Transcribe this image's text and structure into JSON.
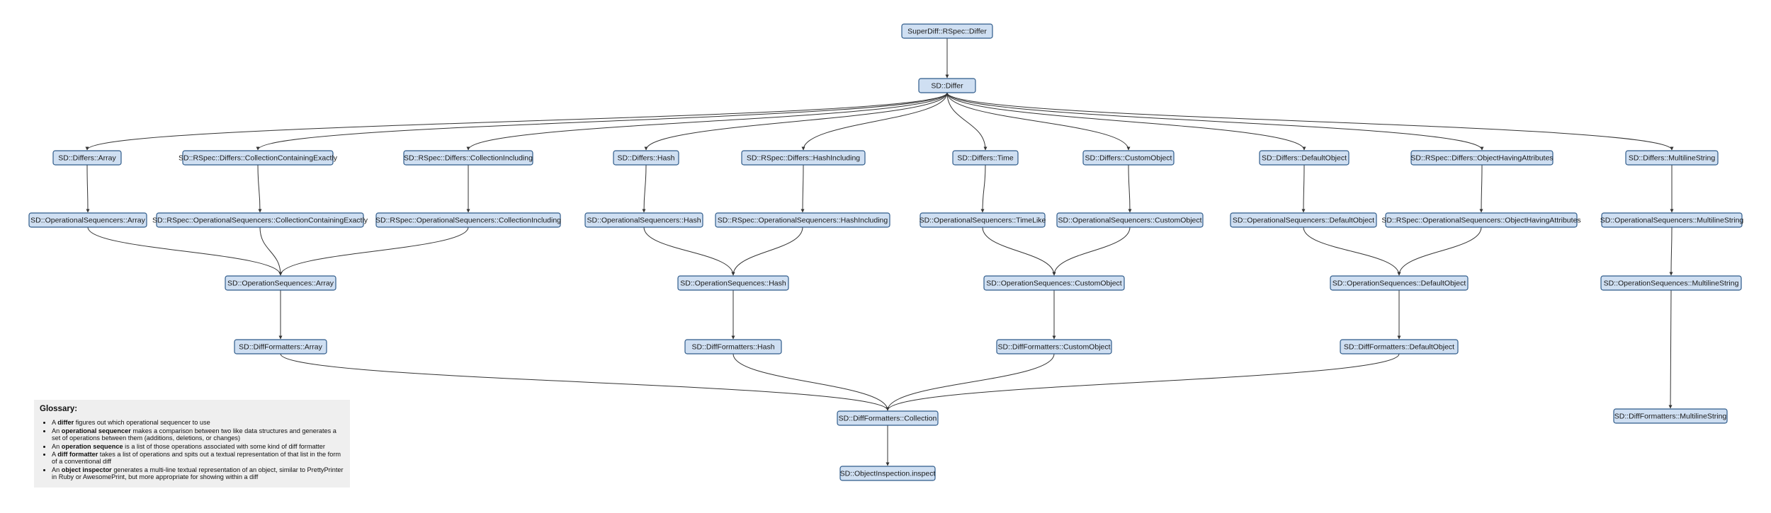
{
  "colors": {
    "node_fill": "#cfdff2",
    "node_border": "#2f5b8a",
    "edge": "#333333",
    "glossary_background": "#efefef"
  },
  "nodes": [
    {
      "id": "rspec_differ",
      "label": "SuperDiff::RSpec::Differ"
    },
    {
      "id": "differ",
      "label": "SD::Differ"
    },
    {
      "id": "d_array",
      "label": "SD::Differs::Array"
    },
    {
      "id": "d_cce",
      "label": "SD::RSpec::Differs::CollectionContainingExactly"
    },
    {
      "id": "d_ci",
      "label": "SD::RSpec::Differs::CollectionIncluding"
    },
    {
      "id": "d_hash",
      "label": "SD::Differs::Hash"
    },
    {
      "id": "d_hi",
      "label": "SD::RSpec::Differs::HashIncluding"
    },
    {
      "id": "d_time",
      "label": "SD::Differs::Time"
    },
    {
      "id": "d_custom",
      "label": "SD::Differs::CustomObject"
    },
    {
      "id": "d_default",
      "label": "SD::Differs::DefaultObject"
    },
    {
      "id": "d_oha",
      "label": "SD::RSpec::Differs::ObjectHavingAttributes"
    },
    {
      "id": "d_mls",
      "label": "SD::Differs::MultilineString"
    },
    {
      "id": "os_array",
      "label": "SD::OperationalSequencers::Array"
    },
    {
      "id": "os_cce",
      "label": "SD::RSpec::OperationalSequencers::CollectionContainingExactly"
    },
    {
      "id": "os_ci",
      "label": "SD::RSpec::OperationalSequencers::CollectionIncluding"
    },
    {
      "id": "os_hash",
      "label": "SD::OperationalSequencers::Hash"
    },
    {
      "id": "os_hi",
      "label": "SD::RSpec::OperationalSequencers::HashIncluding"
    },
    {
      "id": "os_timelike",
      "label": "SD::OperationalSequencers::TimeLike"
    },
    {
      "id": "os_custom",
      "label": "SD::OperationalSequencers::CustomObject"
    },
    {
      "id": "os_default",
      "label": "SD::OperationalSequencers::DefaultObject"
    },
    {
      "id": "os_oha",
      "label": "SD::RSpec::OperationalSequencers::ObjectHavingAttributes"
    },
    {
      "id": "os_mls",
      "label": "SD::OperationalSequencers::MultilineString"
    },
    {
      "id": "seq_array",
      "label": "SD::OperationSequences::Array"
    },
    {
      "id": "seq_hash",
      "label": "SD::OperationSequences::Hash"
    },
    {
      "id": "seq_custom",
      "label": "SD::OperationSequences::CustomObject"
    },
    {
      "id": "seq_default",
      "label": "SD::OperationSequences::DefaultObject"
    },
    {
      "id": "seq_mls",
      "label": "SD::OperationSequences::MultilineString"
    },
    {
      "id": "df_array",
      "label": "SD::DiffFormatters::Array"
    },
    {
      "id": "df_hash",
      "label": "SD::DiffFormatters::Hash"
    },
    {
      "id": "df_custom",
      "label": "SD::DiffFormatters::CustomObject"
    },
    {
      "id": "df_default",
      "label": "SD::DiffFormatters::DefaultObject"
    },
    {
      "id": "df_collection",
      "label": "SD::DiffFormatters::Collection"
    },
    {
      "id": "df_mls",
      "label": "SD::DiffFormatters::MultilineString"
    },
    {
      "id": "inspect",
      "label": "SD::ObjectInspection.inspect"
    }
  ],
  "edges": [
    [
      "rspec_differ",
      "differ"
    ],
    [
      "differ",
      "d_array"
    ],
    [
      "differ",
      "d_cce"
    ],
    [
      "differ",
      "d_ci"
    ],
    [
      "differ",
      "d_hash"
    ],
    [
      "differ",
      "d_hi"
    ],
    [
      "differ",
      "d_time"
    ],
    [
      "differ",
      "d_custom"
    ],
    [
      "differ",
      "d_default"
    ],
    [
      "differ",
      "d_oha"
    ],
    [
      "differ",
      "d_mls"
    ],
    [
      "d_array",
      "os_array"
    ],
    [
      "d_cce",
      "os_cce"
    ],
    [
      "d_ci",
      "os_ci"
    ],
    [
      "d_hash",
      "os_hash"
    ],
    [
      "d_hi",
      "os_hi"
    ],
    [
      "d_time",
      "os_timelike"
    ],
    [
      "d_custom",
      "os_custom"
    ],
    [
      "d_default",
      "os_default"
    ],
    [
      "d_oha",
      "os_oha"
    ],
    [
      "d_mls",
      "os_mls"
    ],
    [
      "os_array",
      "seq_array"
    ],
    [
      "os_cce",
      "seq_array"
    ],
    [
      "os_ci",
      "seq_array"
    ],
    [
      "os_hash",
      "seq_hash"
    ],
    [
      "os_hi",
      "seq_hash"
    ],
    [
      "os_timelike",
      "seq_custom"
    ],
    [
      "os_custom",
      "seq_custom"
    ],
    [
      "os_default",
      "seq_default"
    ],
    [
      "os_oha",
      "seq_default"
    ],
    [
      "os_mls",
      "seq_mls"
    ],
    [
      "seq_array",
      "df_array"
    ],
    [
      "seq_hash",
      "df_hash"
    ],
    [
      "seq_custom",
      "df_custom"
    ],
    [
      "seq_default",
      "df_default"
    ],
    [
      "seq_mls",
      "df_mls"
    ],
    [
      "df_array",
      "df_collection"
    ],
    [
      "df_hash",
      "df_collection"
    ],
    [
      "df_custom",
      "df_collection"
    ],
    [
      "df_default",
      "df_collection"
    ],
    [
      "df_collection",
      "inspect"
    ]
  ],
  "glossary": {
    "title": "Glossary:",
    "items": [
      {
        "term": "differ",
        "pre": "A ",
        "post": " figures out which operational sequencer to use"
      },
      {
        "term": "operational sequencer",
        "pre": "An ",
        "post": " makes a comparison between two like data structures and generates a set of operations between them (additions, deletions, or changes)"
      },
      {
        "term": "operation sequence",
        "pre": "An ",
        "post": " is a list of those operations associated with some kind of diff formatter"
      },
      {
        "term": "diff formatter",
        "pre": "A ",
        "post": " takes a list of operations and spits out a textual representation of that list in the form of a conventional diff"
      },
      {
        "term": "object inspector",
        "pre": "An ",
        "post": " generates a multi-line textual representation  of an object, similar to PrettyPrinter in Ruby or AwesomePrint, but more appropriate for showing within a diff"
      }
    ]
  }
}
